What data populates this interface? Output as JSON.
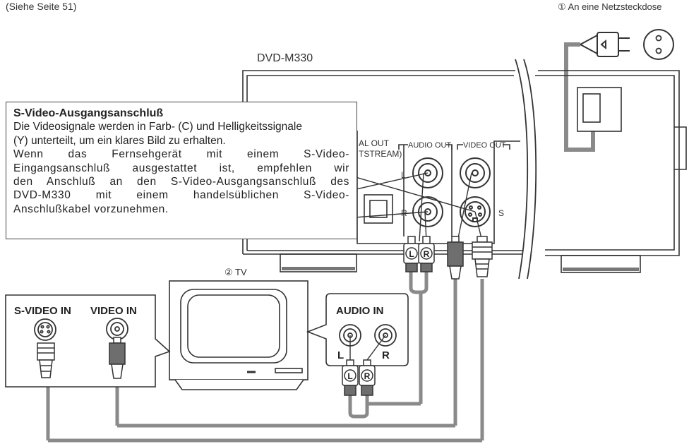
{
  "header": {
    "page_ref": "(Siehe Seite 51)",
    "power_label": "① An eine Netzsteckdose"
  },
  "device": {
    "model": "DVD-M330",
    "digital_out_label": "AL OUT",
    "bitstream_label": "TSTREAM)",
    "audio_out_label": "AUDIO OUT",
    "video_out_label": "VIDEO OUT",
    "jack_l": "L",
    "jack_r": "R",
    "jack_s": "S"
  },
  "note": {
    "title": "S-Video-Ausgangsanschluß",
    "line1": "Die Videosignale werden in Farb- (C) und Helligkeitssignale",
    "line2": "(Y) unterteilt, um ein klares Bild zu erhalten.",
    "line3": "Wenn das Fernsehgerät mit einem S-Video-",
    "line4": "Eingangsanschluß ausgestattet ist, empfehlen wir",
    "line5": "den Anschluß an den S-Video-Ausgangsanschluß des",
    "line6": "DVD-M330 mit einem handelsüblichen S-Video-",
    "line7": "Anschlußkabel vorzunehmen."
  },
  "tv": {
    "label": "② TV",
    "svideo_in": "S-VIDEO IN",
    "video_in": "VIDEO IN",
    "audio_in": "AUDIO IN",
    "audio_l": "L",
    "audio_r": "R"
  },
  "plugs": {
    "left_mark": "L",
    "right_mark": "R"
  },
  "colors": {
    "line": "#333333",
    "cable": "#8a8a8a",
    "plug_dark": "#6e6e6e",
    "panel_fill": "#ffffff"
  }
}
